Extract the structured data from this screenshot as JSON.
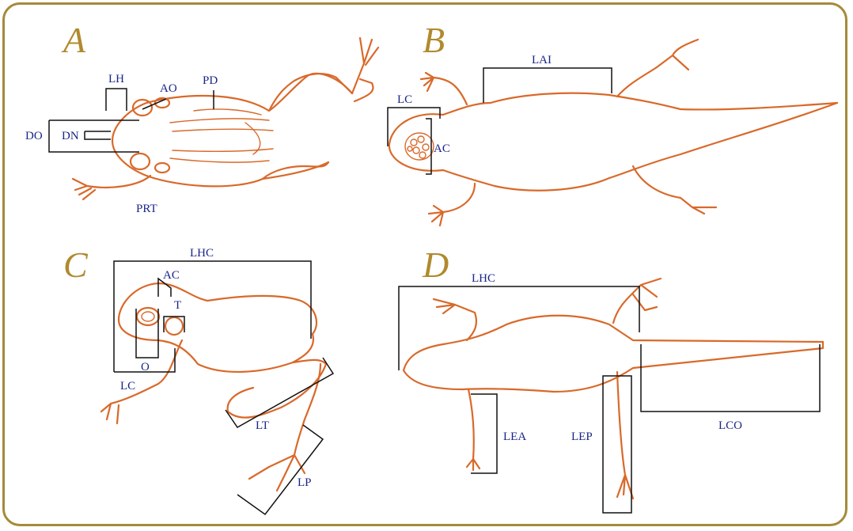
{
  "colors": {
    "frame": "#a58a3a",
    "outline": "#d9692a",
    "label": "#1a2585",
    "panel_letter": "#b08a2e",
    "bracket": "#111111"
  },
  "panels": {
    "A": {
      "letter": "A",
      "labels": {
        "LH": "LH",
        "AO": "AO",
        "PD": "PD",
        "DO": "DO",
        "DN": "DN",
        "PRT": "PRT"
      }
    },
    "B": {
      "letter": "B",
      "labels": {
        "LAI": "LAI",
        "LC": "LC",
        "AC": "AC"
      }
    },
    "C": {
      "letter": "C",
      "labels": {
        "LHC": "LHC",
        "AC": "AC",
        "T": "T",
        "O": "O",
        "LC": "LC",
        "LT": "LT",
        "LP": "LP"
      }
    },
    "D": {
      "letter": "D",
      "labels": {
        "LHC": "LHC",
        "LEA": "LEA",
        "LEP": "LEP",
        "LCO": "LCO"
      }
    }
  }
}
